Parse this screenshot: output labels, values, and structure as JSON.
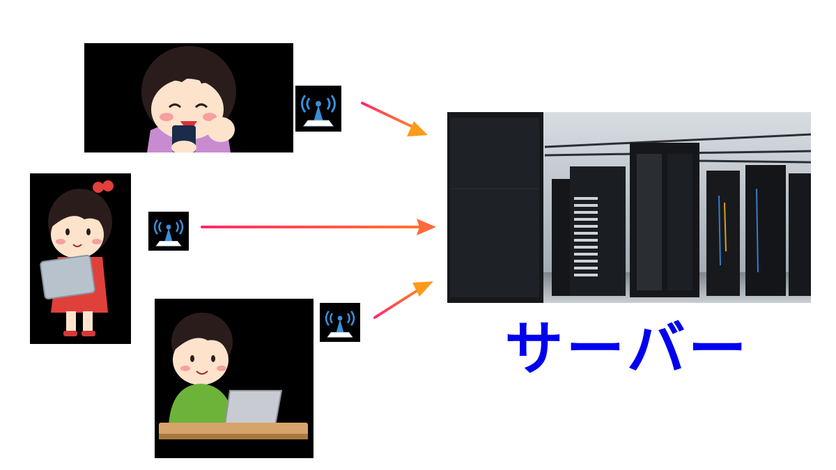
{
  "server_label": "サーバー",
  "colors": {
    "label": "#0000f0",
    "arrow_start": "#ff2a6a",
    "arrow_end": "#ff9a1a",
    "panel_bg": "#000000",
    "wifi_blue": "#3a8fd8"
  },
  "icons": {
    "device_1": "girl-with-smartphone-illustration",
    "device_2": "girl-with-tablet-illustration",
    "device_3": "boy-with-laptop-illustration",
    "signal": "wireless-antenna-icon",
    "server": "server-room-photo"
  }
}
